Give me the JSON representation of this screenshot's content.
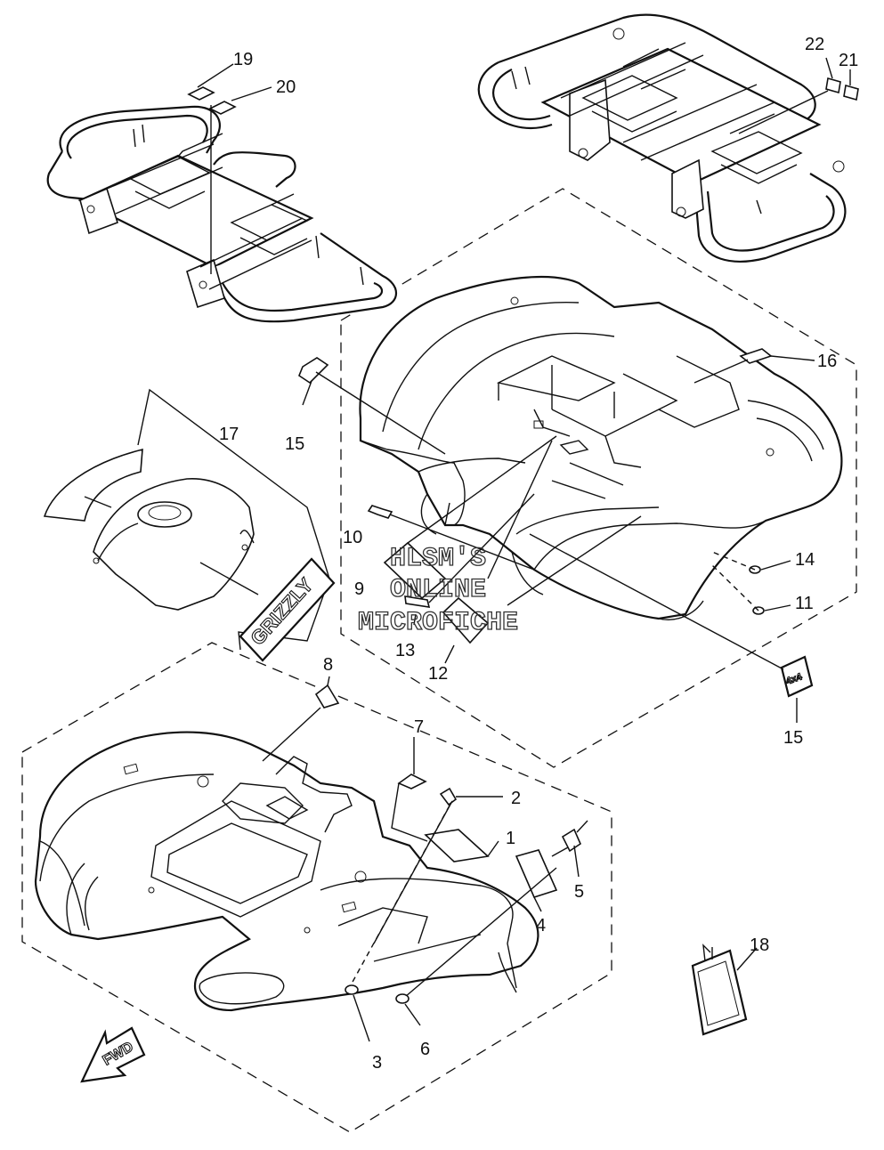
{
  "watermark": {
    "line1": "HLSM'S",
    "line2": "ONLINE",
    "line3": "MICROFICHE"
  },
  "decals": {
    "grizzly": "GRIZZLY",
    "four_by_four": "4x4",
    "fwd": "FWD"
  },
  "callouts": [
    {
      "id": "c1",
      "label": "1"
    },
    {
      "id": "c2",
      "label": "2"
    },
    {
      "id": "c3",
      "label": "3"
    },
    {
      "id": "c4",
      "label": "4"
    },
    {
      "id": "c5",
      "label": "5"
    },
    {
      "id": "c6",
      "label": "6"
    },
    {
      "id": "c7",
      "label": "7"
    },
    {
      "id": "c8",
      "label": "8"
    },
    {
      "id": "c9",
      "label": "9"
    },
    {
      "id": "c10",
      "label": "10"
    },
    {
      "id": "c11",
      "label": "11"
    },
    {
      "id": "c12",
      "label": "12"
    },
    {
      "id": "c13",
      "label": "13"
    },
    {
      "id": "c14",
      "label": "14"
    },
    {
      "id": "c15a",
      "label": "15"
    },
    {
      "id": "c15b",
      "label": "15"
    },
    {
      "id": "c16",
      "label": "16"
    },
    {
      "id": "c17",
      "label": "17"
    },
    {
      "id": "c18",
      "label": "18"
    },
    {
      "id": "c19",
      "label": "19"
    },
    {
      "id": "c20",
      "label": "20"
    },
    {
      "id": "c21",
      "label": "21"
    },
    {
      "id": "c22",
      "label": "22"
    }
  ]
}
